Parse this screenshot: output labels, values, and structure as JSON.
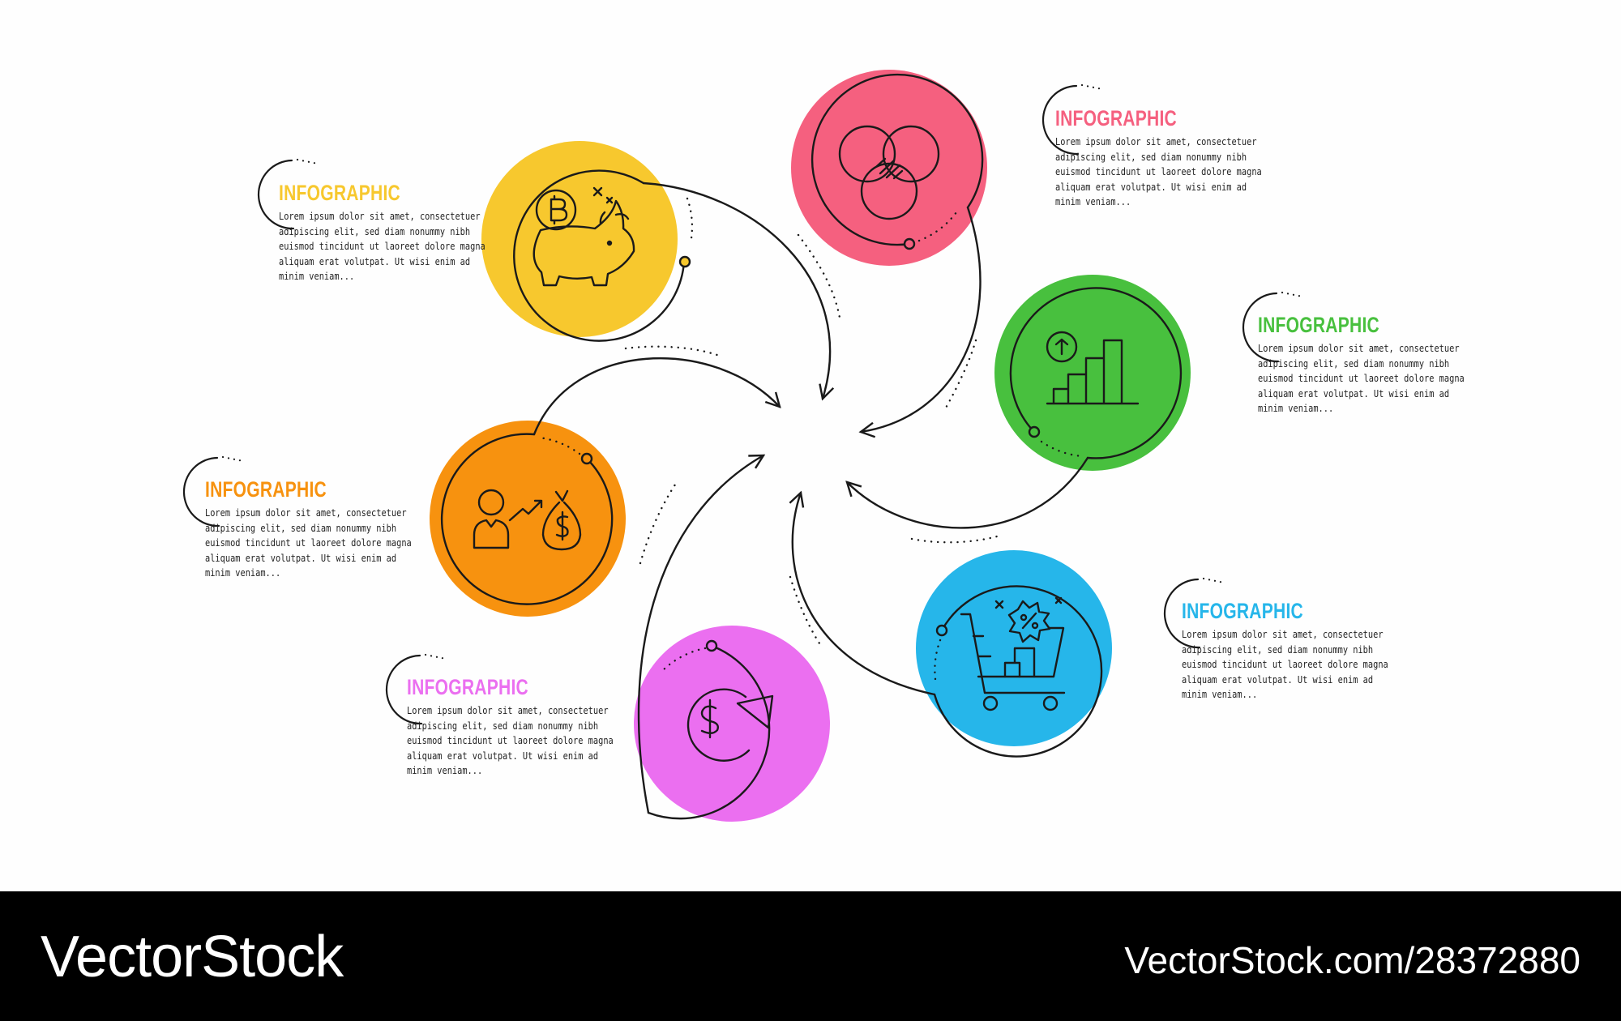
{
  "colors": {
    "yellow": "#F7C82E",
    "pink": "#F5607F",
    "green": "#48C03E",
    "orange": "#F7920F",
    "blue": "#26B6EA",
    "violet": "#EB6FF0",
    "line": "#1a1a1a"
  },
  "items": [
    {
      "id": "yellow",
      "icon": "bitcoin-piggy-bank-icon",
      "heading": "INFOGRAPHIC",
      "body": "Lorem ipsum dolor sit amet, consectetuer adipiscing elit, sed diam nonummy nibh euismod tincidunt ut laoreet dolore magna aliquam erat volutpat. Ut wisi enim ad minim veniam..."
    },
    {
      "id": "pink",
      "icon": "euler-diagram-icon",
      "heading": "INFOGRAPHIC",
      "body": "Lorem ipsum dolor sit amet, consectetuer adipiscing elit, sed diam nonummy nibh euismod tincidunt ut laoreet dolore magna aliquam erat volutpat. Ut wisi enim ad minim veniam..."
    },
    {
      "id": "green",
      "icon": "growth-chart-icon",
      "heading": "INFOGRAPHIC",
      "body": "Lorem ipsum dolor sit amet, consectetuer adipiscing elit, sed diam nonummy nibh euismod tincidunt ut laoreet dolore magna aliquam erat volutpat. Ut wisi enim ad minim veniam..."
    },
    {
      "id": "orange",
      "icon": "sallary-icon",
      "heading": "INFOGRAPHIC",
      "body": "Lorem ipsum dolor sit amet, consectetuer adipiscing elit, sed diam nonummy nibh euismod tincidunt ut laoreet dolore magna aliquam erat volutpat. Ut wisi enim ad minim veniam..."
    },
    {
      "id": "blue",
      "icon": "shopping-cart-discount-icon",
      "heading": "INFOGRAPHIC",
      "body": "Lorem ipsum dolor sit amet, consectetuer adipiscing elit, sed diam nonummy nibh euismod tincidunt ut laoreet dolore magna aliquam erat volutpat. Ut wisi enim ad minim veniam..."
    },
    {
      "id": "violet",
      "icon": "dollar-exchange-icon",
      "heading": "INFOGRAPHIC",
      "body": "Lorem ipsum dolor sit amet, consectetuer adipiscing elit, sed diam nonummy nibh euismod tincidunt ut laoreet dolore magna aliquam erat volutpat. Ut wisi enim ad minim veniam..."
    }
  ],
  "footer": {
    "brand": "VectorStock",
    "reference": "VectorStock.com/28372880"
  }
}
